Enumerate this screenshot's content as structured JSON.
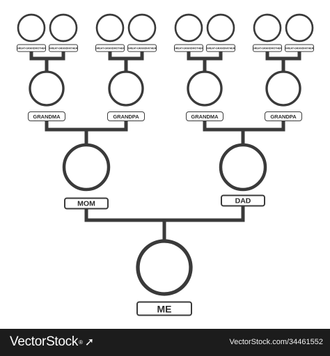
{
  "colors": {
    "ink": "#3a3a3a",
    "footer_bg": "#1c1c1c",
    "footer_text": "#ffffff"
  },
  "labels": {
    "great_grandmother": "GREAT-GRANDMOTHER",
    "great_grandfather": "GREAT-GRANDFATHER",
    "grandma": "GRANDMA",
    "grandpa": "GRANDPA",
    "mom": "MOM",
    "dad": "DAD",
    "me": "ME"
  },
  "footer": {
    "brand": "VectorStock",
    "registered": "®",
    "reference": "VectorStock.com/34461552"
  },
  "icons": {
    "female": "female-silhouette-icon",
    "male": "male-silhouette-icon",
    "brand_arrow": "arrow-icon"
  }
}
